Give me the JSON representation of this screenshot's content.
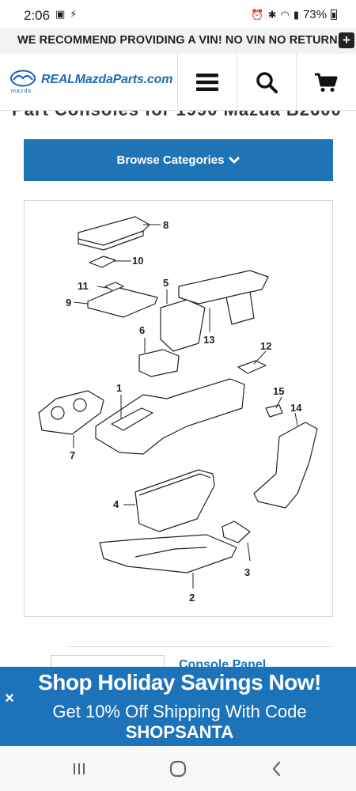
{
  "status_bar": {
    "time": "2:06",
    "battery": "73%"
  },
  "announcement": {
    "text": "WE RECOMMEND PROVIDING A VIN! NO VIN NO RETURNS",
    "plus_icon": "plus-icon"
  },
  "header": {
    "logo_text": "REALMazdaParts.com",
    "logo_sub": "mazda",
    "menu_icon": "hamburger-menu-icon",
    "search_icon": "search-icon",
    "cart_icon": "shopping-cart-icon"
  },
  "page_title_partial": "Part Consoles for 1990 Mazda B2600",
  "browse": {
    "label": "Browse Categories",
    "icon": "chevron-down-icon"
  },
  "diagram": {
    "callouts": [
      "1",
      "2",
      "3",
      "4",
      "5",
      "6",
      "7",
      "8",
      "9",
      "10",
      "11",
      "12",
      "13",
      "14",
      "15"
    ]
  },
  "below_diagram": {
    "part_link": "Console Panel"
  },
  "promo": {
    "headline": "Shop Holiday Savings Now!",
    "subline": "Get 10% Off Shipping With Code",
    "code": "SHOPSANTA",
    "close_icon": "close-icon"
  },
  "nav_bar": {
    "recents_icon": "recent-apps-icon",
    "home_icon": "home-icon",
    "back_icon": "back-icon"
  },
  "colors": {
    "brand_blue": "#1f74b6",
    "promo_blue": "#1d73b9",
    "announce_bg": "#f2f2f2"
  }
}
